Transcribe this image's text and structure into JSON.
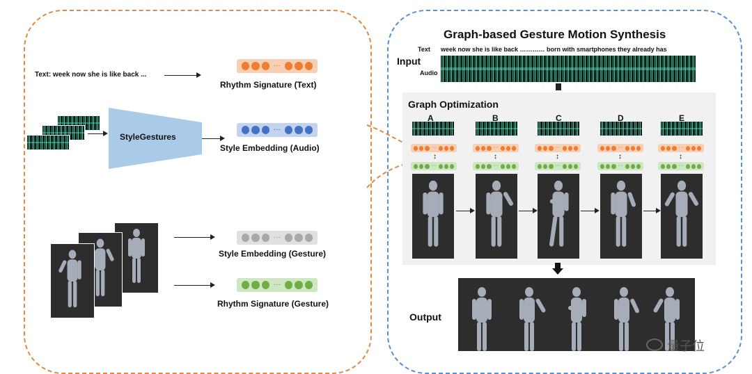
{
  "left": {
    "text_input": "Text: week now she is like back ...",
    "style_gestures": "StyleGestures",
    "labels": {
      "rhythm_text": "Rhythm Signature (Text)",
      "style_audio": "Style Embedding (Audio)",
      "style_gesture": "Style Embedding (Gesture)",
      "rhythm_gesture": "Rhythm Signature (Gesture)"
    },
    "ellipsis": "···",
    "colors": {
      "orange": "#ec7d31",
      "blue": "#4472c4",
      "gray": "#a8a8a8",
      "green": "#70ad47",
      "trapezoid": "#a9cbe8"
    }
  },
  "right": {
    "title": "Graph-based Gesture Motion Synthesis",
    "input_label": "Input",
    "text_label": "Text",
    "text_value": "week now she is like back ………… born with smartphones they already has",
    "audio_label": "Audio",
    "graph_label": "Graph Optimization",
    "nodes": [
      "A",
      "B",
      "C",
      "D",
      "E"
    ],
    "output_label": "Output",
    "watermark": "量子位"
  }
}
